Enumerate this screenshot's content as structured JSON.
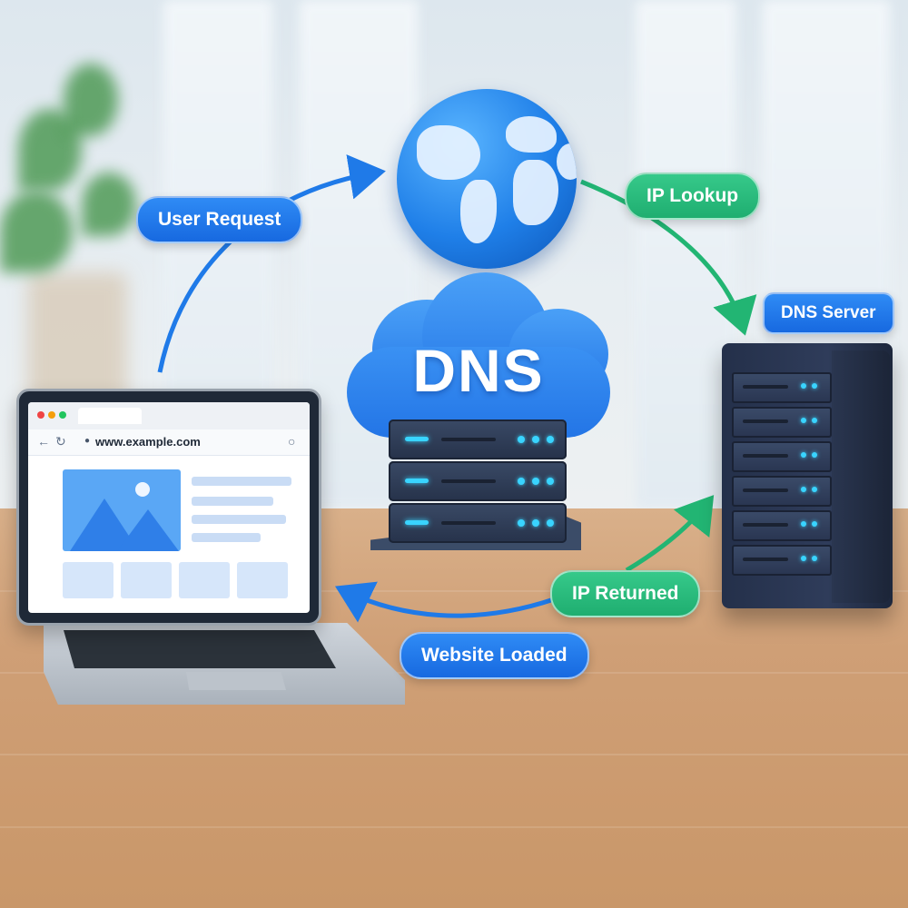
{
  "labels": {
    "user_request": "User Request",
    "ip_lookup": "IP Lookup",
    "dns_server": "DNS Server",
    "ip_returned": "IP Returned",
    "website_loaded": "Website Loaded"
  },
  "cloud_label": "DNS",
  "browser": {
    "url": "www.example.com"
  },
  "colors": {
    "blue_accent": "#1f7ae8",
    "green_accent": "#22b573",
    "server_led": "#39d4ff",
    "server_body": "#26324a"
  },
  "icons": [
    "globe-icon",
    "cloud-icon",
    "server-rack-icon",
    "tower-server-icon",
    "laptop-icon",
    "image-placeholder-icon"
  ]
}
